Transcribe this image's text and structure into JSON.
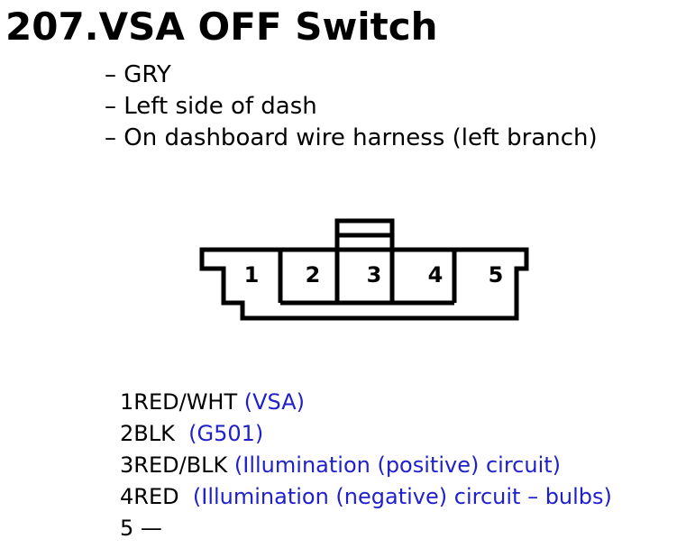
{
  "title": "207.VSA OFF Switch",
  "notes": [
    "GRY",
    "Left side of dash",
    "On dashboard wire harness (left branch)"
  ],
  "connector": {
    "terminals": [
      "1",
      "2",
      "3",
      "4",
      "5"
    ]
  },
  "pins": [
    {
      "number": "1",
      "wire": "RED/WHT",
      "gap": " ",
      "desc": "(VSA)"
    },
    {
      "number": "2",
      "wire": "BLK",
      "gap": "  ",
      "desc": "(G501)"
    },
    {
      "number": "3",
      "wire": "RED/BLK",
      "gap": " ",
      "desc": "(Illumination (positive) circuit)"
    },
    {
      "number": "4",
      "wire": "RED",
      "gap": "  ",
      "desc": "(Illumination (negative) circuit – bulbs)"
    },
    {
      "number": "5",
      "wire": "",
      "gap": " ",
      "desc": "—"
    }
  ],
  "colors": {
    "description": "#1f1fcc",
    "text": "#000000"
  }
}
